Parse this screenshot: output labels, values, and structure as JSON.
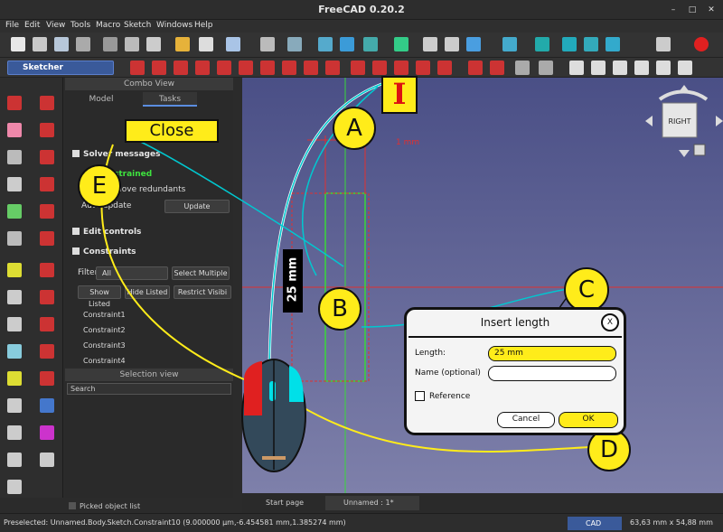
{
  "window": {
    "title": "FreeCAD 0.20.2"
  },
  "menu": {
    "items": [
      "File",
      "Edit",
      "View",
      "Tools",
      "Macro",
      "Sketch",
      "Windows",
      "Help"
    ]
  },
  "toolbar": {
    "workbench": "Sketcher"
  },
  "combo_view": {
    "title": "Combo View",
    "tabs": [
      "Model",
      "Tasks"
    ],
    "solver_messages": "Solver messages",
    "solver_status": "strained",
    "remove_redundants": "move redundants",
    "auto_update": "Auto update",
    "update_button": "Update",
    "edit_controls": "Edit controls",
    "constraints": "Constraints",
    "filter_label": "Filter:",
    "filter_value": "All",
    "select_multiple": "Select Multiple",
    "show_listed": "Show Listed",
    "hide_listed": "Hide Listed",
    "restrict_visibility": "Restrict Visibi",
    "constraint_rows": [
      "Constraint1",
      "Constraint2",
      "Constraint3",
      "Constraint4"
    ]
  },
  "selection_view": {
    "title": "Selection view",
    "search_placeholder": "Search",
    "picked_list": "Picked object list"
  },
  "view_tabs": [
    {
      "label": "Start page"
    },
    {
      "label": "Unnamed : 1*"
    }
  ],
  "navcube": {
    "face": "RIGHT"
  },
  "dialog": {
    "title": "Insert length",
    "close": "X",
    "length_label": "Length:",
    "length_value": "25 mm",
    "name_label": "Name (optional)",
    "name_value": "",
    "reference_label": "Reference",
    "cancel": "Cancel",
    "ok": "OK"
  },
  "annotations": {
    "close_label": "Close",
    "i_label": "I",
    "dimension_text": "25 mm",
    "dim_small": "1 mm",
    "callouts": [
      "A",
      "B",
      "C",
      "D",
      "E"
    ]
  },
  "statusbar": {
    "message": "Preselected: Unnamed.Body.Sketch.Constraint10 (9.000000 μm,-6.454581 mm,1.385274 mm)",
    "mode": "CAD",
    "dimensions": "63,63 mm x 54,88 mm"
  },
  "colors": {
    "viewport_top": "#4a4f86",
    "viewport_bottom": "#7e80aa",
    "callout": "#ffec1a",
    "sketch_green": "#38d838",
    "constraint_red": "#e03030",
    "workbench": "#3a5a9a"
  }
}
